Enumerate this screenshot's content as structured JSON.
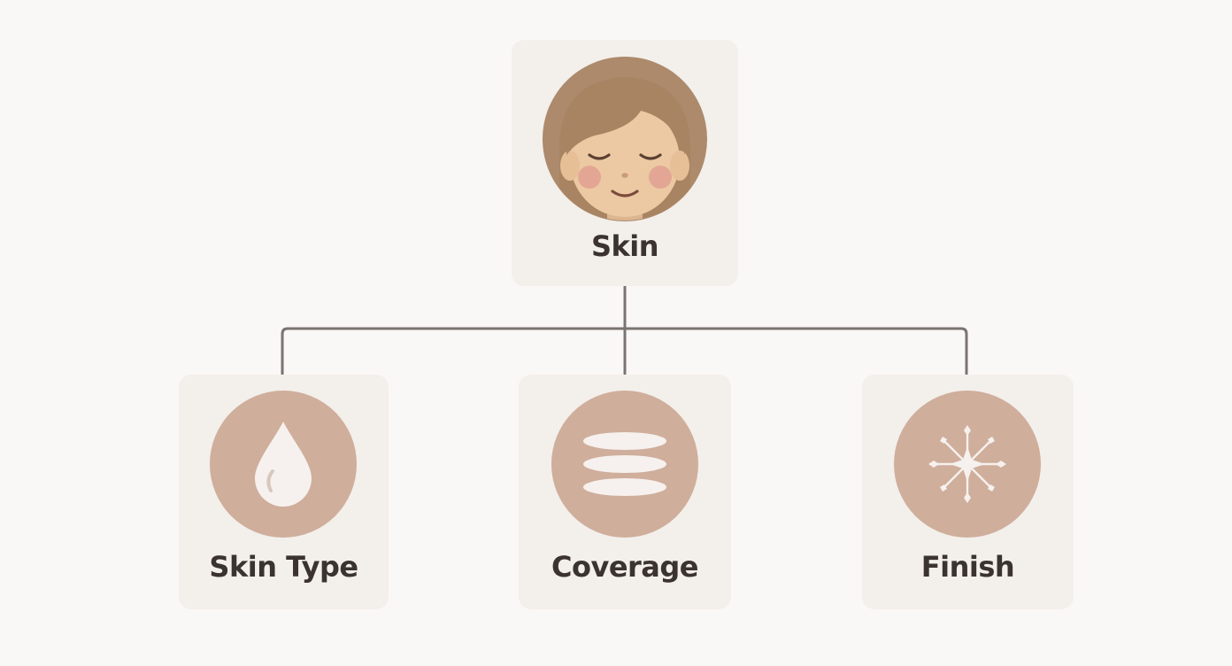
{
  "diagram": {
    "root": {
      "label": "Skin",
      "icon": "face-icon"
    },
    "children": [
      {
        "label": "Skin Type",
        "icon": "water-drop-icon"
      },
      {
        "label": "Coverage",
        "icon": "layers-icon"
      },
      {
        "label": "Finish",
        "icon": "sparkle-icon"
      }
    ]
  },
  "colors": {
    "background": "#faf8f6",
    "card": "#f3efeb",
    "icon_circle": "#cfae9b",
    "connector": "#7a7471",
    "text": "#3b3330"
  }
}
